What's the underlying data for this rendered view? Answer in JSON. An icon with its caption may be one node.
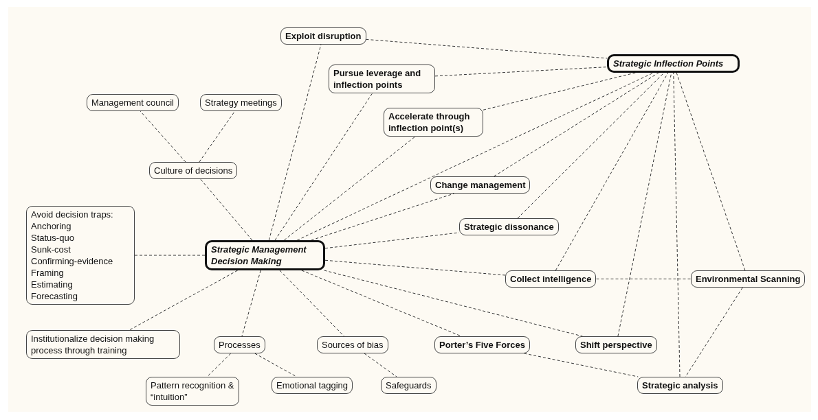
{
  "diagram": {
    "nodes": [
      {
        "text": [
          "Strategic Management Decision Making"
        ]
      },
      {
        "text": [
          "Strategic Inflection Points"
        ]
      },
      {
        "text": [
          "Exploit disruption"
        ]
      },
      {
        "text": [
          "Pursue leverage and inflection points"
        ]
      },
      {
        "text": [
          "Accelerate through inflection point(s)"
        ]
      },
      {
        "text": [
          "Management council"
        ]
      },
      {
        "text": [
          "Strategy meetings"
        ]
      },
      {
        "text": [
          "Culture of decisions"
        ]
      },
      {
        "text": [
          "Change management"
        ]
      },
      {
        "text": [
          "Strategic dissonance"
        ]
      },
      {
        "text": [
          "Avoid decision traps:",
          "Anchoring",
          "Status-quo",
          "Sunk-cost",
          "Confirming-evidence",
          "Framing",
          "Estimating",
          "Forecasting"
        ]
      },
      {
        "text": [
          "Collect intelligence"
        ]
      },
      {
        "text": [
          "Environmental Scanning"
        ]
      },
      {
        "text": [
          "Institutionalize decision making process through training"
        ]
      },
      {
        "text": [
          "Processes"
        ]
      },
      {
        "text": [
          "Sources of bias"
        ]
      },
      {
        "text": [
          "Porter’s Five Forces"
        ]
      },
      {
        "text": [
          "Shift perspective"
        ]
      },
      {
        "text": [
          "Pattern recognition & “intuition”"
        ]
      },
      {
        "text": [
          "Emotional tagging"
        ]
      },
      {
        "text": [
          "Safeguards"
        ]
      },
      {
        "text": [
          "Strategic analysis"
        ]
      }
    ],
    "edges": [
      {
        "from": 2,
        "to": 1,
        "arrow": "none",
        "style": "dashed"
      },
      {
        "from": 3,
        "to": 1,
        "arrow": "none",
        "style": "dashed"
      },
      {
        "from": 4,
        "to": 1,
        "arrow": "none",
        "style": "dashed"
      },
      {
        "from": 0,
        "to": 1,
        "arrow": "none",
        "style": "dashed"
      },
      {
        "from": 8,
        "to": 1,
        "arrow": "none",
        "style": "dashed"
      },
      {
        "from": 9,
        "to": 1,
        "arrow": "none",
        "style": "dashed"
      },
      {
        "from": 11,
        "to": 1,
        "arrow": "none",
        "style": "dashed"
      },
      {
        "from": 17,
        "to": 1,
        "arrow": "none",
        "style": "dashed"
      },
      {
        "from": 21,
        "to": 1,
        "arrow": "none",
        "style": "dashed"
      },
      {
        "from": 12,
        "to": 1,
        "arrow": "none",
        "style": "dashed"
      },
      {
        "from": 0,
        "to": 2,
        "arrow": "none",
        "style": "dashed"
      },
      {
        "from": 0,
        "to": 3,
        "arrow": "none",
        "style": "dashed"
      },
      {
        "from": 0,
        "to": 4,
        "arrow": "none",
        "style": "dashed"
      },
      {
        "from": 0,
        "to": 8,
        "arrow": "none",
        "style": "dashed"
      },
      {
        "from": 0,
        "to": 9,
        "arrow": "none",
        "style": "dashed"
      },
      {
        "from": 0,
        "to": 11,
        "arrow": "none",
        "style": "dashed"
      },
      {
        "from": 0,
        "to": 17,
        "arrow": "none",
        "style": "dashed"
      },
      {
        "from": 0,
        "to": 16,
        "arrow": "none",
        "style": "dashed"
      },
      {
        "from": 0,
        "to": 15,
        "arrow": "none",
        "style": "dashed"
      },
      {
        "from": 0,
        "to": 14,
        "arrow": "none",
        "style": "dashed"
      },
      {
        "from": 0,
        "to": 13,
        "arrow": "none",
        "style": "dashed"
      },
      {
        "from": 0,
        "to": 10,
        "arrow": "none",
        "style": "dashed"
      },
      {
        "from": 0,
        "to": 7,
        "arrow": "none",
        "style": "dashed"
      },
      {
        "from": 7,
        "to": 5,
        "arrow": "none",
        "style": "dashed"
      },
      {
        "from": 7,
        "to": 6,
        "arrow": "none",
        "style": "dashed"
      },
      {
        "from": 14,
        "to": 18,
        "arrow": "none",
        "style": "dashed"
      },
      {
        "from": 14,
        "to": 19,
        "arrow": "none",
        "style": "dashed"
      },
      {
        "from": 15,
        "to": 20,
        "arrow": "none",
        "style": "dashed"
      },
      {
        "from": 11,
        "to": 12,
        "arrow": "none",
        "style": "dashed"
      },
      {
        "from": 16,
        "to": 21,
        "arrow": "none",
        "style": "dashed"
      },
      {
        "from": 12,
        "to": 21,
        "arrow": "none",
        "style": "dashed"
      }
    ]
  }
}
